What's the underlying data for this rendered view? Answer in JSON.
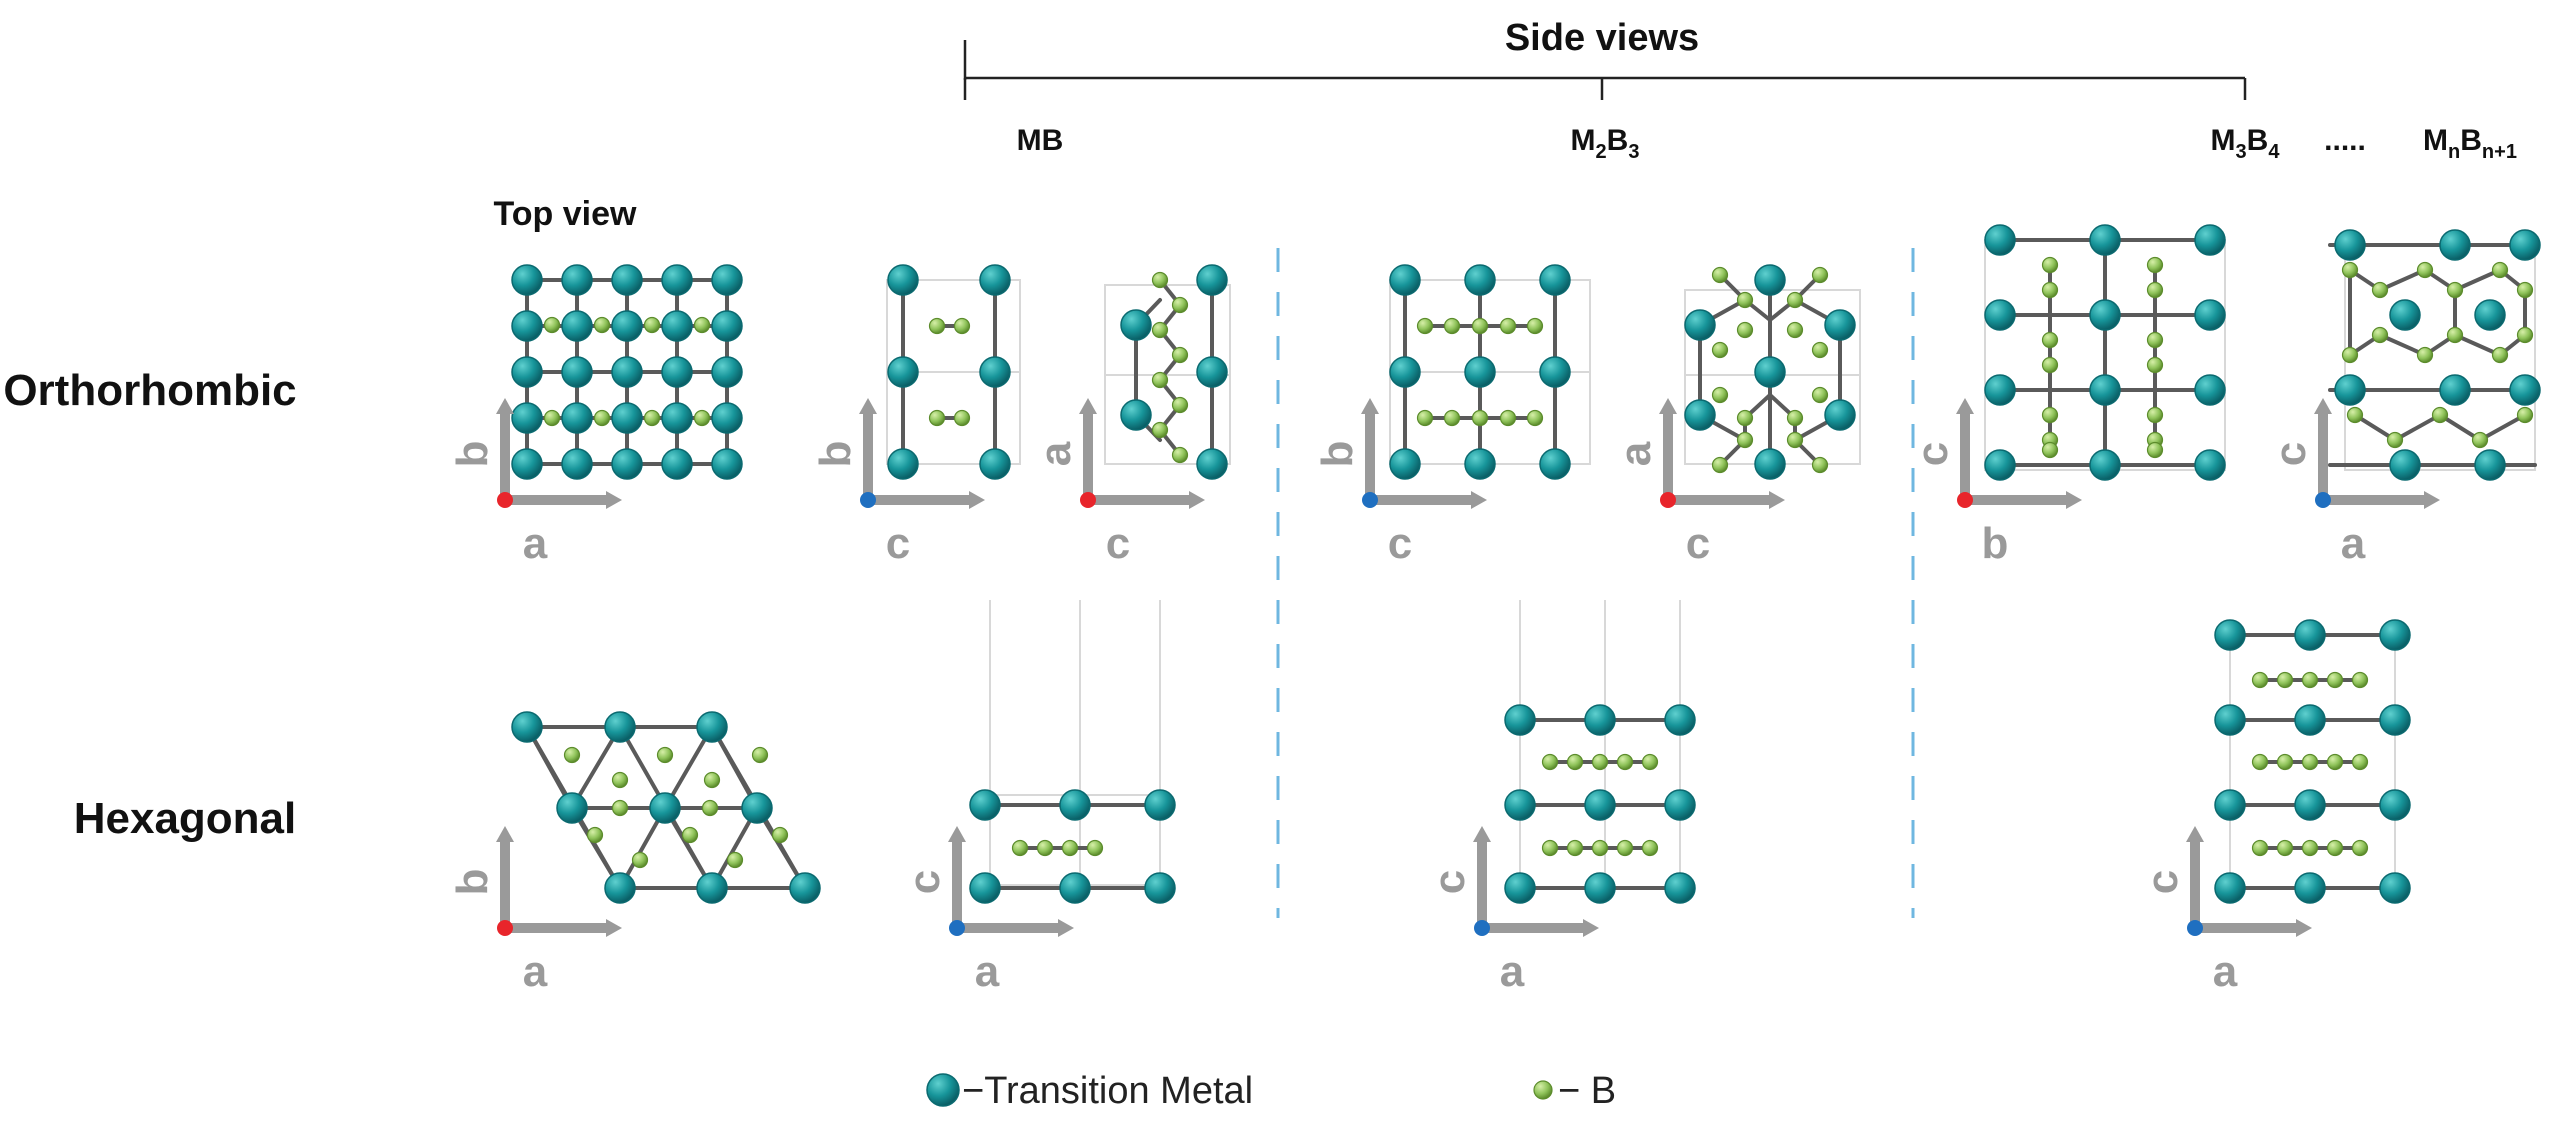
{
  "labels": {
    "side_views": "Side views",
    "top_view": "Top view",
    "mb": "MB",
    "m2b3": {
      "base1": "M",
      "sub1": "2",
      "base2": "B",
      "sub2": "3"
    },
    "m3b4": {
      "base1": "M",
      "sub1": "3",
      "base2": "B",
      "sub2": "4"
    },
    "dots": ".....",
    "mnbn1": {
      "base1": "M",
      "sub1": "n",
      "base2": "B",
      "sub2": "n+1"
    }
  },
  "rows": {
    "orthorhombic": "Orthorhombic",
    "hexagonal": "Hexagonal"
  },
  "axes": {
    "top_ortho": {
      "v": "b",
      "h": "a",
      "origin": "#e8252b"
    },
    "mb_ortho_1": {
      "v": "b",
      "h": "c",
      "origin": "#1f6fc0"
    },
    "mb_ortho_2": {
      "v": "a",
      "h": "c",
      "origin": "#e8252b"
    },
    "m2b3_ortho_1": {
      "v": "b",
      "h": "c",
      "origin": "#1f6fc0"
    },
    "m2b3_ortho_2": {
      "v": "a",
      "h": "c",
      "origin": "#e8252b"
    },
    "m3b4_ortho_1": {
      "v": "c",
      "h": "b",
      "origin": "#e8252b"
    },
    "m3b4_ortho_2": {
      "v": "c",
      "h": "a",
      "origin": "#1f6fc0"
    },
    "top_hex": {
      "v": "b",
      "h": "a",
      "origin": "#e8252b"
    },
    "mb_hex": {
      "v": "c",
      "h": "a",
      "origin": "#1f6fc0"
    },
    "m2b3_hex": {
      "v": "c",
      "h": "a",
      "origin": "#1f6fc0"
    },
    "m3b4_hex": {
      "v": "c",
      "h": "a",
      "origin": "#1f6fc0"
    }
  },
  "legend": {
    "metal": "−Transition Metal",
    "boron": "− B"
  },
  "colors": {
    "metal": "#1a9a9a",
    "metal_dark": "#0b6a70",
    "boron": "#8fc35a",
    "boron_dark": "#5c8c2c",
    "bond": "#5a5a5a",
    "axis": "#9a9a9a",
    "divider": "#6fb7e0"
  }
}
